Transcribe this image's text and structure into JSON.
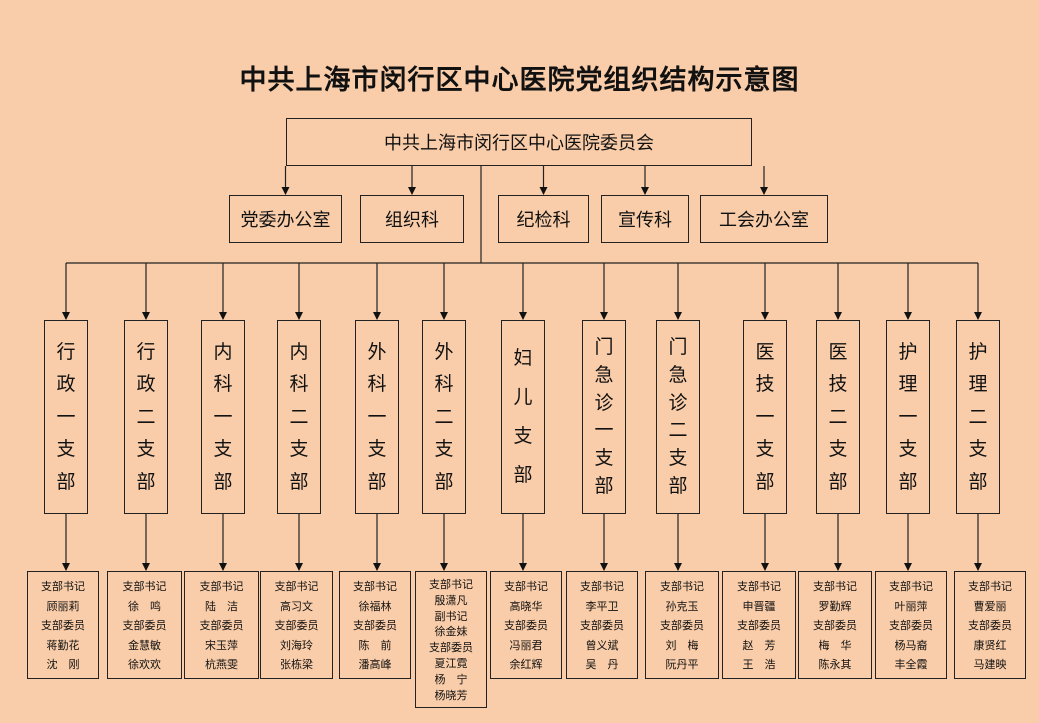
{
  "title": "中共上海市闵行区中心医院党组织结构示意图",
  "root": "中共上海市闵行区中心医院委员会",
  "offices": [
    "党委办公室",
    "组织科",
    "纪检科",
    "宣传科",
    "工会办公室"
  ],
  "branches": [
    {
      "name": "行政一支部",
      "members": [
        "支部书记",
        "顾丽莉",
        "支部委员",
        "蒋勤花",
        "沈　刚"
      ]
    },
    {
      "name": "行政二支部",
      "members": [
        "支部书记",
        "徐　鸣",
        "支部委员",
        "金慧敏",
        "徐欢欢"
      ]
    },
    {
      "name": "内科一支部",
      "members": [
        "支部书记",
        "陆　洁",
        "支部委员",
        "宋玉萍",
        "杭燕雯"
      ]
    },
    {
      "name": "内科二支部",
      "members": [
        "支部书记",
        "高习文",
        "支部委员",
        "刘海玲",
        "张栋梁"
      ]
    },
    {
      "name": "外科一支部",
      "members": [
        "支部书记",
        "徐福林",
        "支部委员",
        "陈　前",
        "潘高峰"
      ]
    },
    {
      "name": "外科二支部",
      "members": [
        "支部书记",
        "殷潇凡",
        "副书记",
        "徐金妹",
        "支部委员",
        "夏江霓",
        "杨　宁",
        "杨晓芳"
      ]
    },
    {
      "name": "妇儿支部",
      "members": [
        "支部书记",
        "高晓华",
        "支部委员",
        "冯丽君",
        "余红辉"
      ]
    },
    {
      "name": "门急诊一支部",
      "members": [
        "支部书记",
        "李平卫",
        "支部委员",
        "曾义斌",
        "吴　丹"
      ]
    },
    {
      "name": "门急诊二支部",
      "members": [
        "支部书记",
        "孙克玉",
        "支部委员",
        "刘　梅",
        "阮丹平"
      ]
    },
    {
      "name": "医技一支部",
      "members": [
        "支部书记",
        "申晋疆",
        "支部委员",
        "赵　芳",
        "王　浩"
      ]
    },
    {
      "name": "医技二支部",
      "members": [
        "支部书记",
        "罗勤辉",
        "支部委员",
        "梅　华",
        "陈永其"
      ]
    },
    {
      "name": "护理一支部",
      "members": [
        "支部书记",
        "叶丽萍",
        "支部委员",
        "杨马裔",
        "丰全霞"
      ]
    },
    {
      "name": "护理二支部",
      "members": [
        "支部书记",
        "曹爱丽",
        "支部委员",
        "康贤红",
        "马建映"
      ]
    }
  ]
}
